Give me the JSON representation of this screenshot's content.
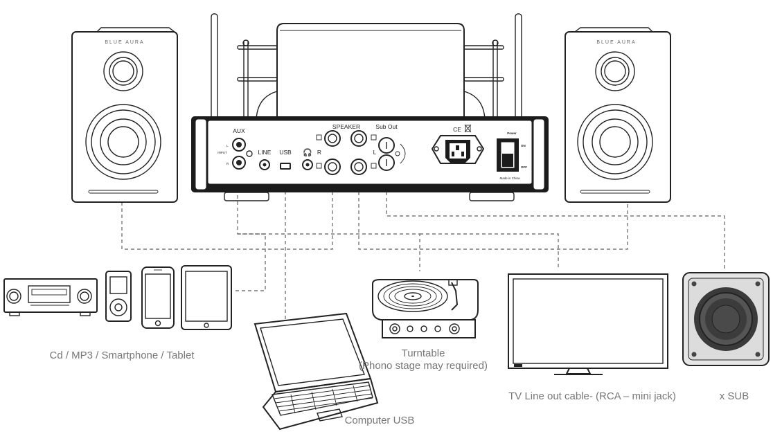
{
  "amplifier": {
    "labels": {
      "aux": "AUX",
      "input": "INPUT",
      "l": "L",
      "r": "R",
      "line": "LINE",
      "usb": "USB",
      "speaker": "SPEAKER",
      "sub_out": "Sub Out",
      "power": "Power",
      "on": "ON",
      "off": "OFF",
      "made_in": "Made in China",
      "marks": "CE"
    }
  },
  "speakers": {
    "brand": "BLUE AURA"
  },
  "captions": {
    "sources": "Cd / MP3 / Smartphone / Tablet",
    "computer": "Computer USB",
    "turntable_line1": "Turntable",
    "turntable_line2": "(Phono stage may required)",
    "tv": "TV Line out cable- (RCA – mini jack)",
    "sub": "x SUB"
  }
}
